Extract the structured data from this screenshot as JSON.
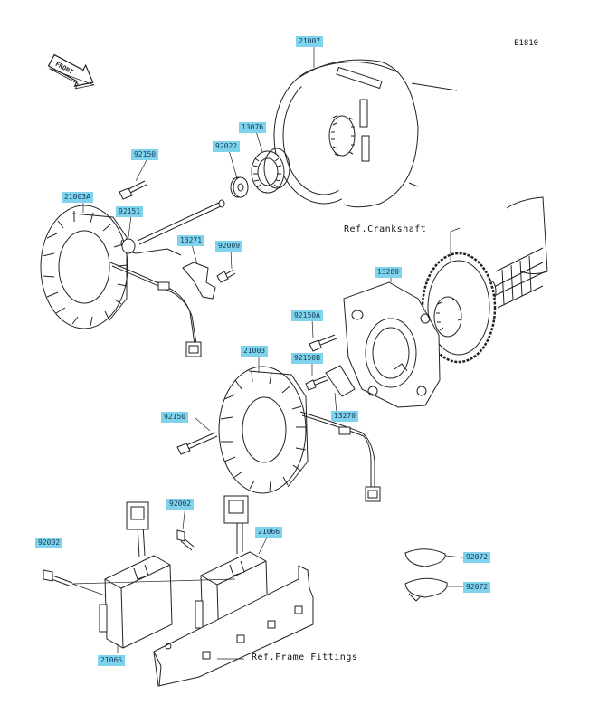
{
  "diagram_code": "E1810",
  "front_label": "FRONT",
  "refs": {
    "crankshaft": "Ref.Crankshaft",
    "frame_fittings": "Ref.Frame Fittings"
  },
  "parts": [
    {
      "id": "21007",
      "label": "21007"
    },
    {
      "id": "13076",
      "label": "13076"
    },
    {
      "id": "92022",
      "label": "92022"
    },
    {
      "id": "92150a",
      "label": "92150"
    },
    {
      "id": "21003A",
      "label": "21003A"
    },
    {
      "id": "92151",
      "label": "92151"
    },
    {
      "id": "13271",
      "label": "13271"
    },
    {
      "id": "92009",
      "label": "92009"
    },
    {
      "id": "13280",
      "label": "13280"
    },
    {
      "id": "92150A",
      "label": "92150A"
    },
    {
      "id": "21003",
      "label": "21003"
    },
    {
      "id": "92150B",
      "label": "92150B"
    },
    {
      "id": "13270",
      "label": "13270"
    },
    {
      "id": "92150b",
      "label": "92150"
    },
    {
      "id": "92002a",
      "label": "92002"
    },
    {
      "id": "21066a",
      "label": "21066"
    },
    {
      "id": "92002b",
      "label": "92002"
    },
    {
      "id": "21066b",
      "label": "21066"
    },
    {
      "id": "92072a",
      "label": "92072"
    },
    {
      "id": "92072b",
      "label": "92072"
    }
  ]
}
